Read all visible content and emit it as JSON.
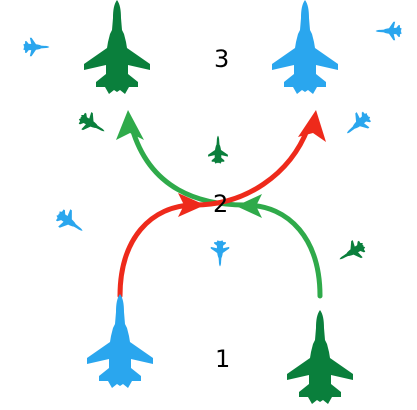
{
  "steps": {
    "one": "1",
    "two": "2",
    "three": "3"
  },
  "colors": {
    "blue": "#2aa6ee",
    "green": "#0a7f3c",
    "red": "#ee2a1b",
    "arrow_green": "#2faa4a"
  },
  "icons": {
    "jet": "fighter-jet-icon",
    "small_jet": "small-jet-icon"
  }
}
